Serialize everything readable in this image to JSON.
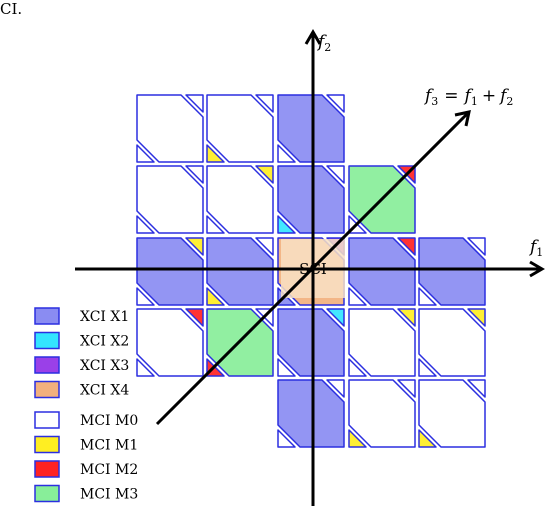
{
  "top_fragment": "CI.",
  "center_label": "SCI",
  "axes": {
    "f1": {
      "base": "f",
      "sub": "1"
    },
    "f2": {
      "base": "f",
      "sub": "2"
    },
    "f3": {
      "lhs_base": "f",
      "lhs_sub": "3",
      "eq": "=",
      "t1_base": "f",
      "t1_sub": "1",
      "plus": "+",
      "t2_base": "f",
      "t2_sub": "2"
    }
  },
  "legend": [
    {
      "key": "x1",
      "text": "XCI  X1",
      "fill": "#8a8cf2"
    },
    {
      "key": "x2",
      "text": "XCI  X2",
      "fill": "#33e5ff"
    },
    {
      "key": "x3",
      "text": "XCI  X3",
      "fill": "#9a40e8"
    },
    {
      "key": "x4",
      "text": "XCI  X4",
      "fill": "#f2b07d"
    },
    {
      "key": "m0",
      "text": "MCI  M0",
      "fill": "#ffffff"
    },
    {
      "key": "m1",
      "text": "MCI  M1",
      "fill": "#ffee22"
    },
    {
      "key": "m2",
      "text": "MCI  M2",
      "fill": "#ff2222"
    },
    {
      "key": "m3",
      "text": "MCI  M3",
      "fill": "#88ee99"
    }
  ],
  "colors": {
    "stroke": "#2b2fe0",
    "sci_fill": "#f8e1c4",
    "axis": "#000000"
  }
}
